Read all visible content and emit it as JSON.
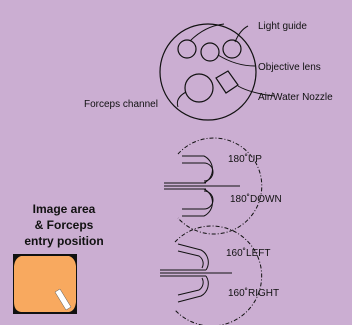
{
  "diagram": {
    "labels": {
      "light_guide": "Light guide",
      "objective_lens": "Objective lens",
      "air_water_nozzle": "Air/Water Nozzle",
      "forceps_channel": "Forceps channel"
    },
    "angulation": {
      "up": "180˚UP",
      "down": "180˚DOWN",
      "left": "160˚LEFT",
      "right": "160˚RIGHT"
    },
    "image_area": {
      "title_lines": [
        "Image area",
        "& Forceps",
        "entry position"
      ]
    }
  },
  "colors": {
    "background": "#cbaed2",
    "image_area_fill": "#f8a95f",
    "image_area_frame": "#111111",
    "line": "#111111"
  }
}
